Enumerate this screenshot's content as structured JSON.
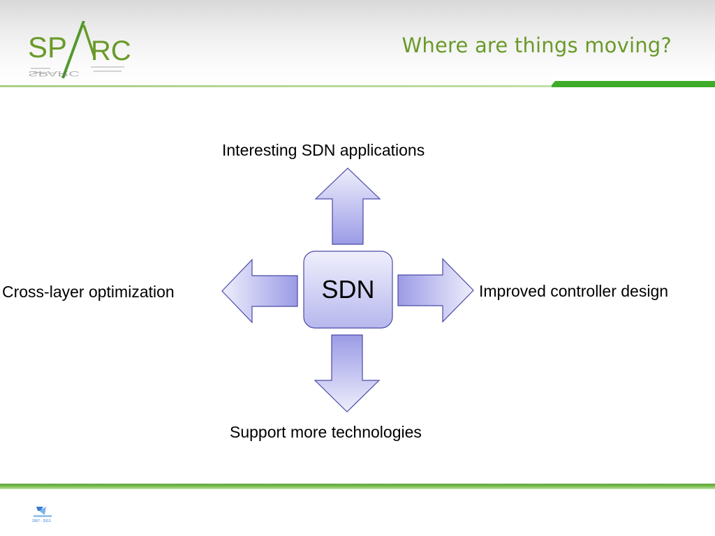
{
  "header": {
    "title": "Where are things moving?",
    "logo_text": "SPARC"
  },
  "diagram": {
    "center": "SDN",
    "top": "Interesting SDN applications",
    "right": "Improved controller design",
    "bottom": "Support more technologies",
    "left": "Cross-layer optimization"
  },
  "colors": {
    "accent_green": "#6a9a2a",
    "arrow_fill_light": "#eeeefc",
    "arrow_fill_dark": "#9b9be6",
    "arrow_stroke": "#4a4aa8"
  },
  "footer": {
    "logo_text": "2007 - 2013"
  }
}
